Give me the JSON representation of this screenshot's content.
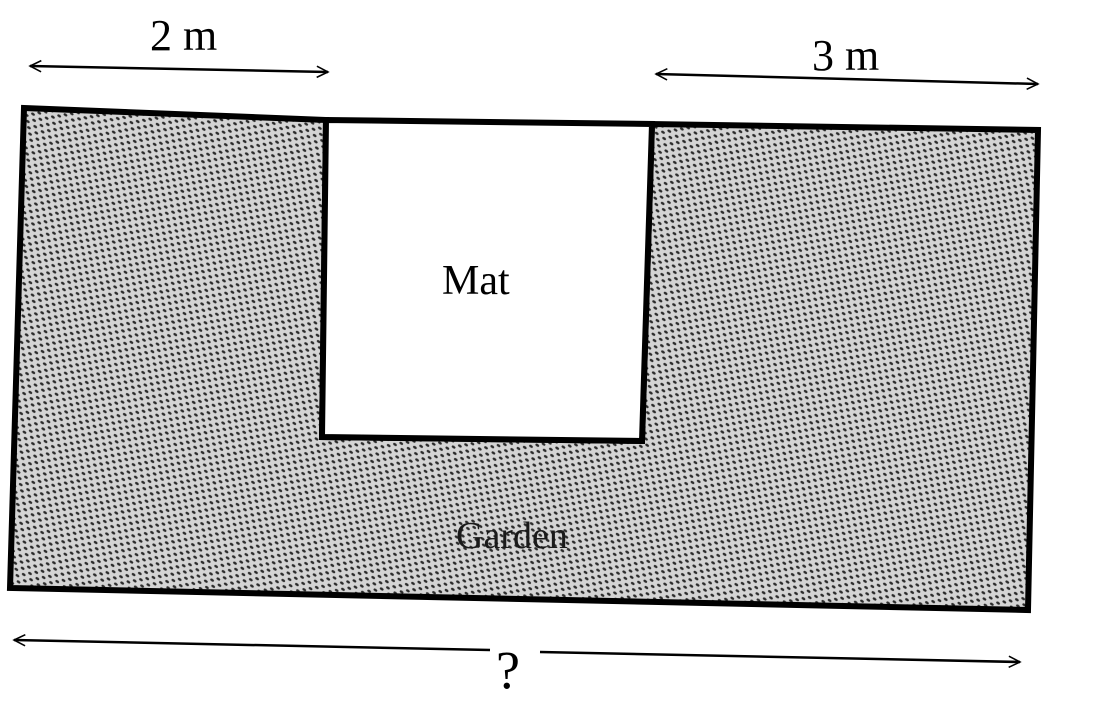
{
  "labels": {
    "left_width": "2 m",
    "right_width": "3 m",
    "mat": "Mat",
    "garden": "Garden",
    "total_width": "?"
  },
  "colors": {
    "outline": "#000000",
    "garden_fill": "#cfcfcf",
    "garden_dots": "#2b2b2b",
    "mat_fill": "#ffffff"
  }
}
